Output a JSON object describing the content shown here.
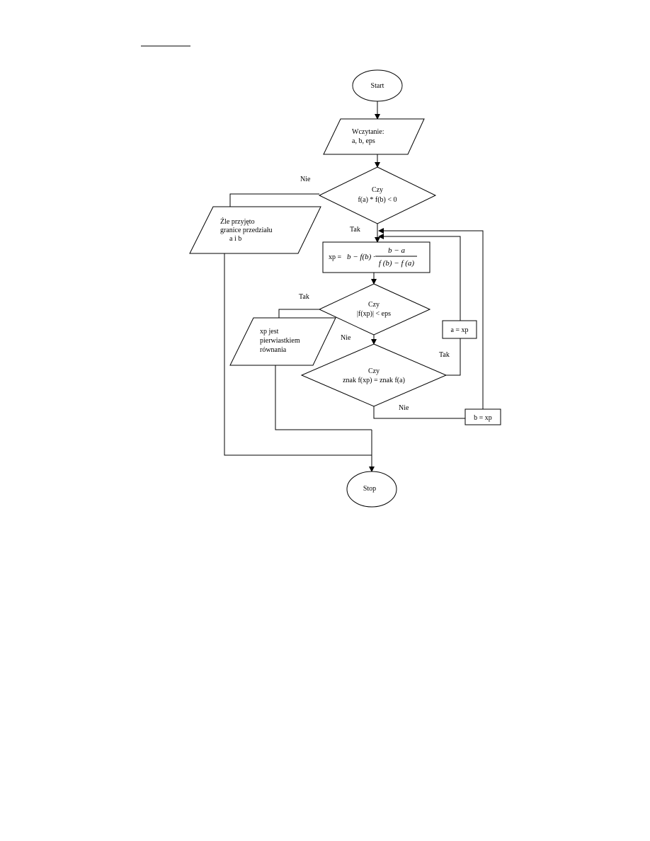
{
  "colors": {
    "stroke": "#000000",
    "background": "#ffffff"
  },
  "header": {
    "underline": ""
  },
  "flowchart": {
    "start": "Start",
    "input": {
      "line1": "Wczytanie:",
      "line2": "a, b, eps"
    },
    "decision1": {
      "line1": "Czy",
      "line2": "f(a) * f(b) < 0"
    },
    "label_no_1": "Nie",
    "label_yes_1": "Tak",
    "error": {
      "line1": "Źle przyjęto",
      "line2": "granice przedziału",
      "line3": "a i b"
    },
    "formula": {
      "lhs": "xp =",
      "expr": "b − f(b) ·",
      "numerator": "b − a",
      "denominator": "f (b) − f (a)"
    },
    "decision2": {
      "line1": "Czy",
      "line2": "|f(xp)| < eps"
    },
    "label_yes_2": "Tak",
    "label_no_2": "Nie",
    "result": {
      "line1": "xp jest",
      "line2": "pierwiastkiem",
      "line3": "równania"
    },
    "decision3": {
      "line1": "Czy",
      "line2": "znak f(xp) = znak f(a)"
    },
    "label_yes_3": "Tak",
    "label_no_3": "Nie",
    "assign_a": "a = xp",
    "assign_b": "b = xp",
    "stop": "Stop"
  }
}
